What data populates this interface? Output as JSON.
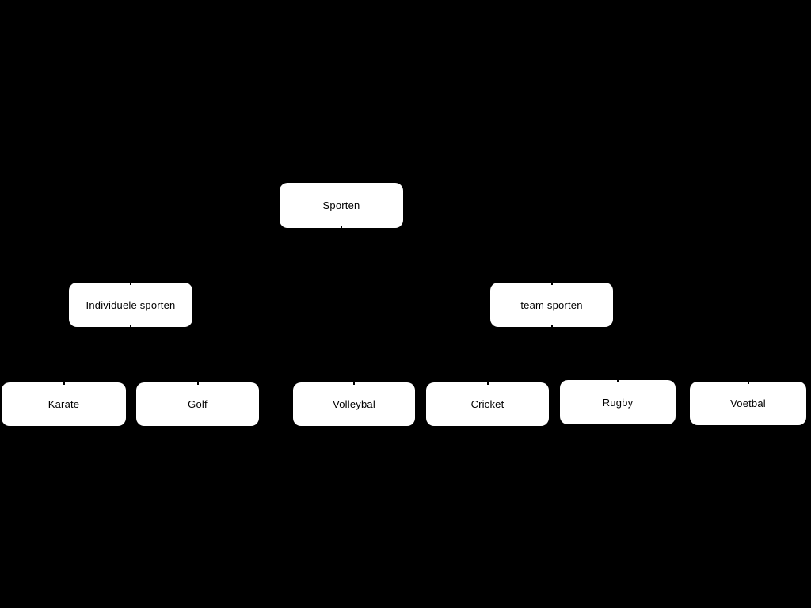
{
  "diagram": {
    "background_color": "#000000",
    "node_fill_color": "#ffffff",
    "node_text_color": "#000000",
    "tree": {
      "label": "Sporten",
      "children": [
        {
          "label": "Individuele sporten",
          "children": [
            {
              "label": "Karate"
            },
            {
              "label": "Golf"
            }
          ]
        },
        {
          "label": "team sporten",
          "children": [
            {
              "label": "Volleybal"
            },
            {
              "label": "Cricket"
            },
            {
              "label": "Rugby"
            },
            {
              "label": "Voetbal"
            }
          ]
        }
      ]
    }
  }
}
